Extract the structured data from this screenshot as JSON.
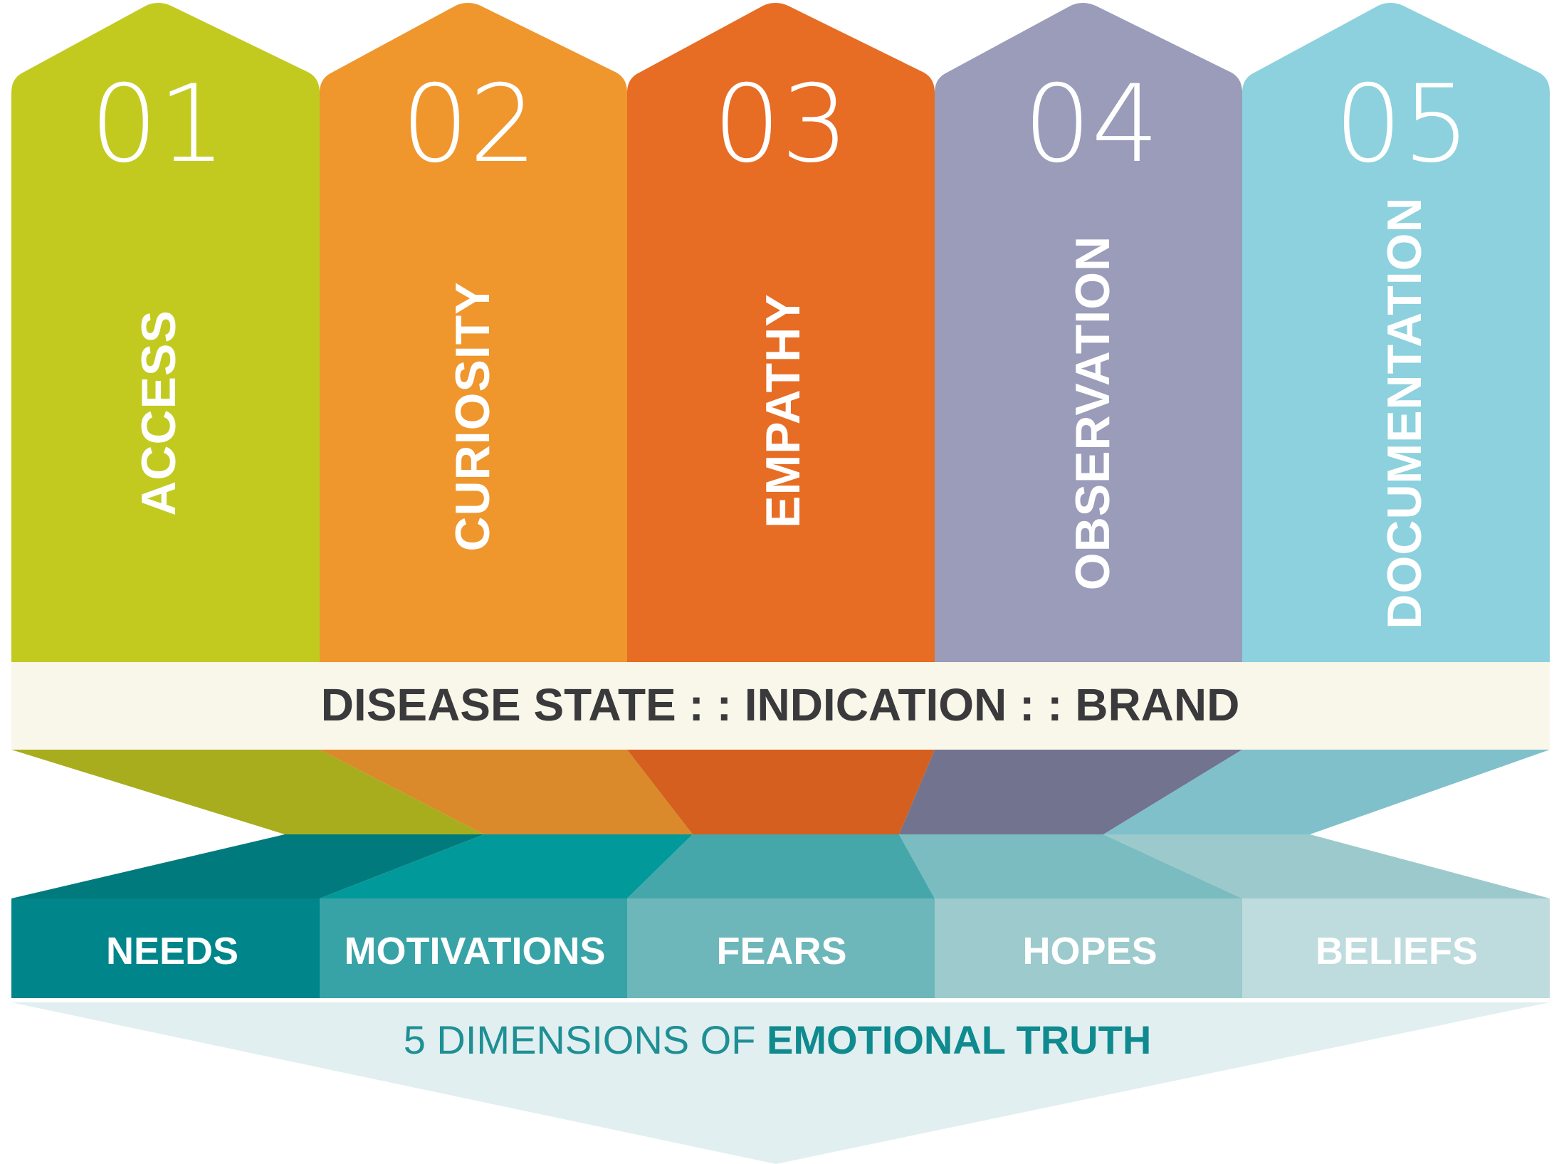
{
  "pillars": [
    {
      "number": "01",
      "label": "ACCESS",
      "color": "#C2CA20",
      "shade": "#A8AD1E"
    },
    {
      "number": "02",
      "label": "CURIOSITY",
      "color": "#EF962D",
      "shade": "#DA8A2A"
    },
    {
      "number": "03",
      "label": "EMPATHY",
      "color": "#E76C24",
      "shade": "#D55F1E"
    },
    {
      "number": "04",
      "label": "OBSERVATION",
      "color": "#9A9CBA",
      "shade": "#72738F"
    },
    {
      "number": "05",
      "label": "DOCUMENTATION",
      "color": "#8CD1DD",
      "shade": "#7FC0CB"
    }
  ],
  "band": {
    "text": "DISEASE STATE : : INDICATION : : BRAND",
    "color": "#F7F4E4"
  },
  "dimensions": [
    {
      "label": "NEEDS",
      "color": "#00858A",
      "top": "#007A7C"
    },
    {
      "label": "MOTIVATIONS",
      "color": "#38A3A6",
      "top": "#02999B"
    },
    {
      "label": "FEARS",
      "color": "#6DB7BB",
      "top": "#46A7AA"
    },
    {
      "label": "HOPES",
      "color": "#9CCACD",
      "top": "#7BBCC0"
    },
    {
      "label": "BELIEFS",
      "color": "#BEDBDE",
      "top": "#9BC9CC"
    }
  ],
  "caption": {
    "prefix": "5 DIMENSIONS OF ",
    "emphasis": "EMOTIONAL TRUTH",
    "prefix_color": "#1E8F95",
    "emphasis_color": "#0F8A8F",
    "arrow_color": "#E1EFF0"
  }
}
